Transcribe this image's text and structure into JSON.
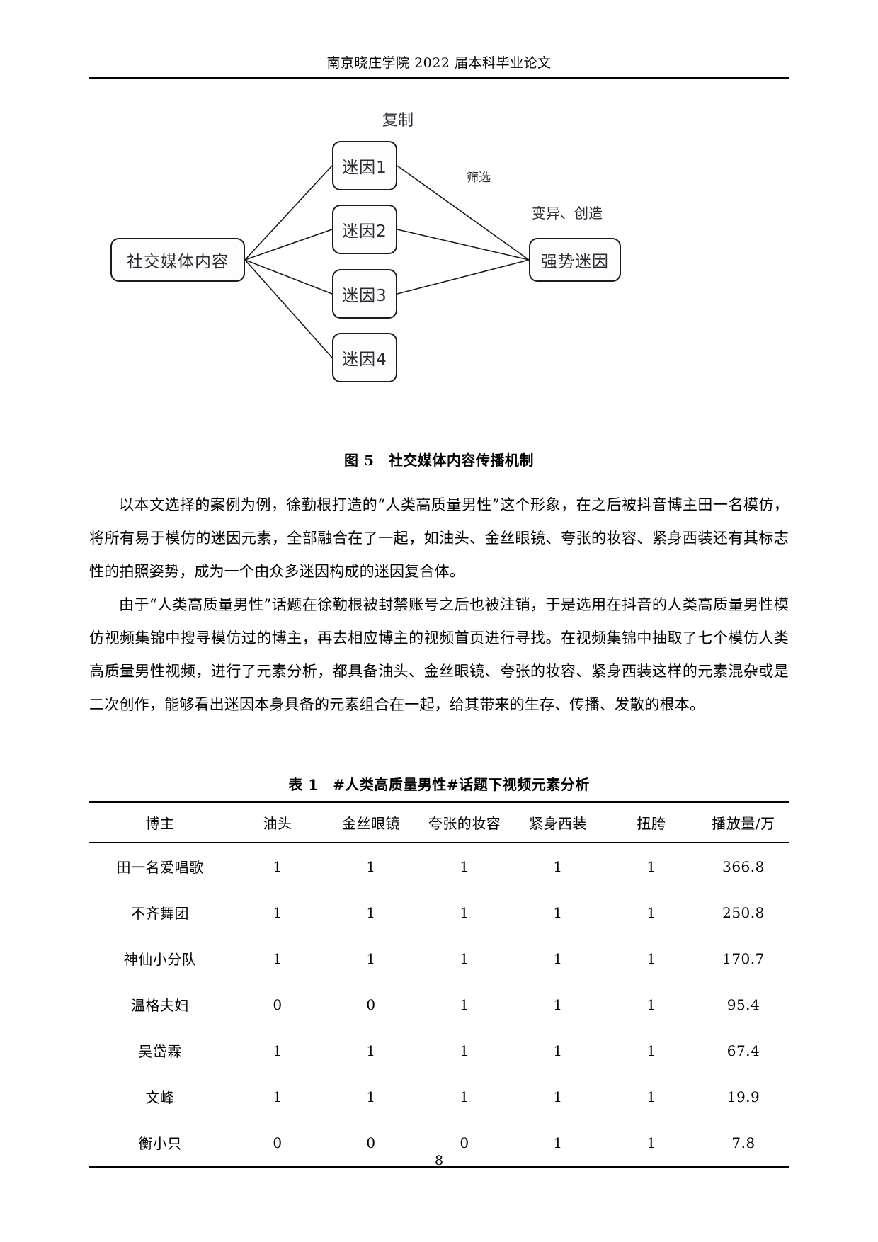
{
  "header": {
    "title": "南京晓庄学院 2022 届本科毕业论文"
  },
  "figure": {
    "caption": "图 5　社交媒体内容传播机制",
    "nodes": {
      "source": "社交媒体内容",
      "meme1": "迷因1",
      "meme2": "迷因2",
      "meme3": "迷因3",
      "meme4": "迷因4",
      "strong": "强势迷因"
    },
    "edge_labels": {
      "copy": "复制",
      "filter": "筛选",
      "vary": "变异、创造"
    },
    "stroke_color": "#1a1a1a"
  },
  "body": {
    "paragraphs": [
      "以本文选择的案例为例，徐勤根打造的“人类高质量男性”这个形象，在之后被抖音博主田一名模仿，将所有易于模仿的迷因元素，全部融合在了一起，如油头、金丝眼镜、夸张的妆容、紧身西装还有其标志性的拍照姿势，成为一个由众多迷因构成的迷因复合体。",
      "由于“人类高质量男性”话题在徐勤根被封禁账号之后也被注销，于是选用在抖音的人类高质量男性模仿视频集锦中搜寻模仿过的博主，再去相应博主的视频首页进行寻找。在视频集锦中抽取了七个模仿人类高质量男性视频，进行了元素分析，都具备油头、金丝眼镜、夸张的妆容、紧身西装这样的元素混杂或是二次创作，能够看出迷因本身具备的元素组合在一起，给其带来的生存、传播、发散的根本。"
    ]
  },
  "table": {
    "caption": "表 1　#人类高质量男性#话题下视频元素分析",
    "columns": [
      "博主",
      "油头",
      "金丝眼镜",
      "夸张的妆容",
      "紧身西装",
      "扭胯",
      "播放量/万"
    ],
    "rows": [
      {
        "blogger": "田一名爱唱歌",
        "oily_hair": "1",
        "gold_glasses": "1",
        "exaggerated_makeup": "1",
        "tight_suit": "1",
        "hip_twist": "1",
        "views": "366.8"
      },
      {
        "blogger": "不齐舞团",
        "oily_hair": "1",
        "gold_glasses": "1",
        "exaggerated_makeup": "1",
        "tight_suit": "1",
        "hip_twist": "1",
        "views": "250.8"
      },
      {
        "blogger": "神仙小分队",
        "oily_hair": "1",
        "gold_glasses": "1",
        "exaggerated_makeup": "1",
        "tight_suit": "1",
        "hip_twist": "1",
        "views": "170.7"
      },
      {
        "blogger": "温格夫妇",
        "oily_hair": "0",
        "gold_glasses": "0",
        "exaggerated_makeup": "1",
        "tight_suit": "1",
        "hip_twist": "1",
        "views": "95.4"
      },
      {
        "blogger": "吴岱霖",
        "oily_hair": "1",
        "gold_glasses": "1",
        "exaggerated_makeup": "1",
        "tight_suit": "1",
        "hip_twist": "1",
        "views": "67.4"
      },
      {
        "blogger": "文峰",
        "oily_hair": "1",
        "gold_glasses": "1",
        "exaggerated_makeup": "1",
        "tight_suit": "1",
        "hip_twist": "1",
        "views": "19.9"
      },
      {
        "blogger": "衡小只",
        "oily_hair": "0",
        "gold_glasses": "0",
        "exaggerated_makeup": "0",
        "tight_suit": "1",
        "hip_twist": "1",
        "views": "7.8"
      }
    ]
  },
  "footer": {
    "page_number": "8"
  }
}
